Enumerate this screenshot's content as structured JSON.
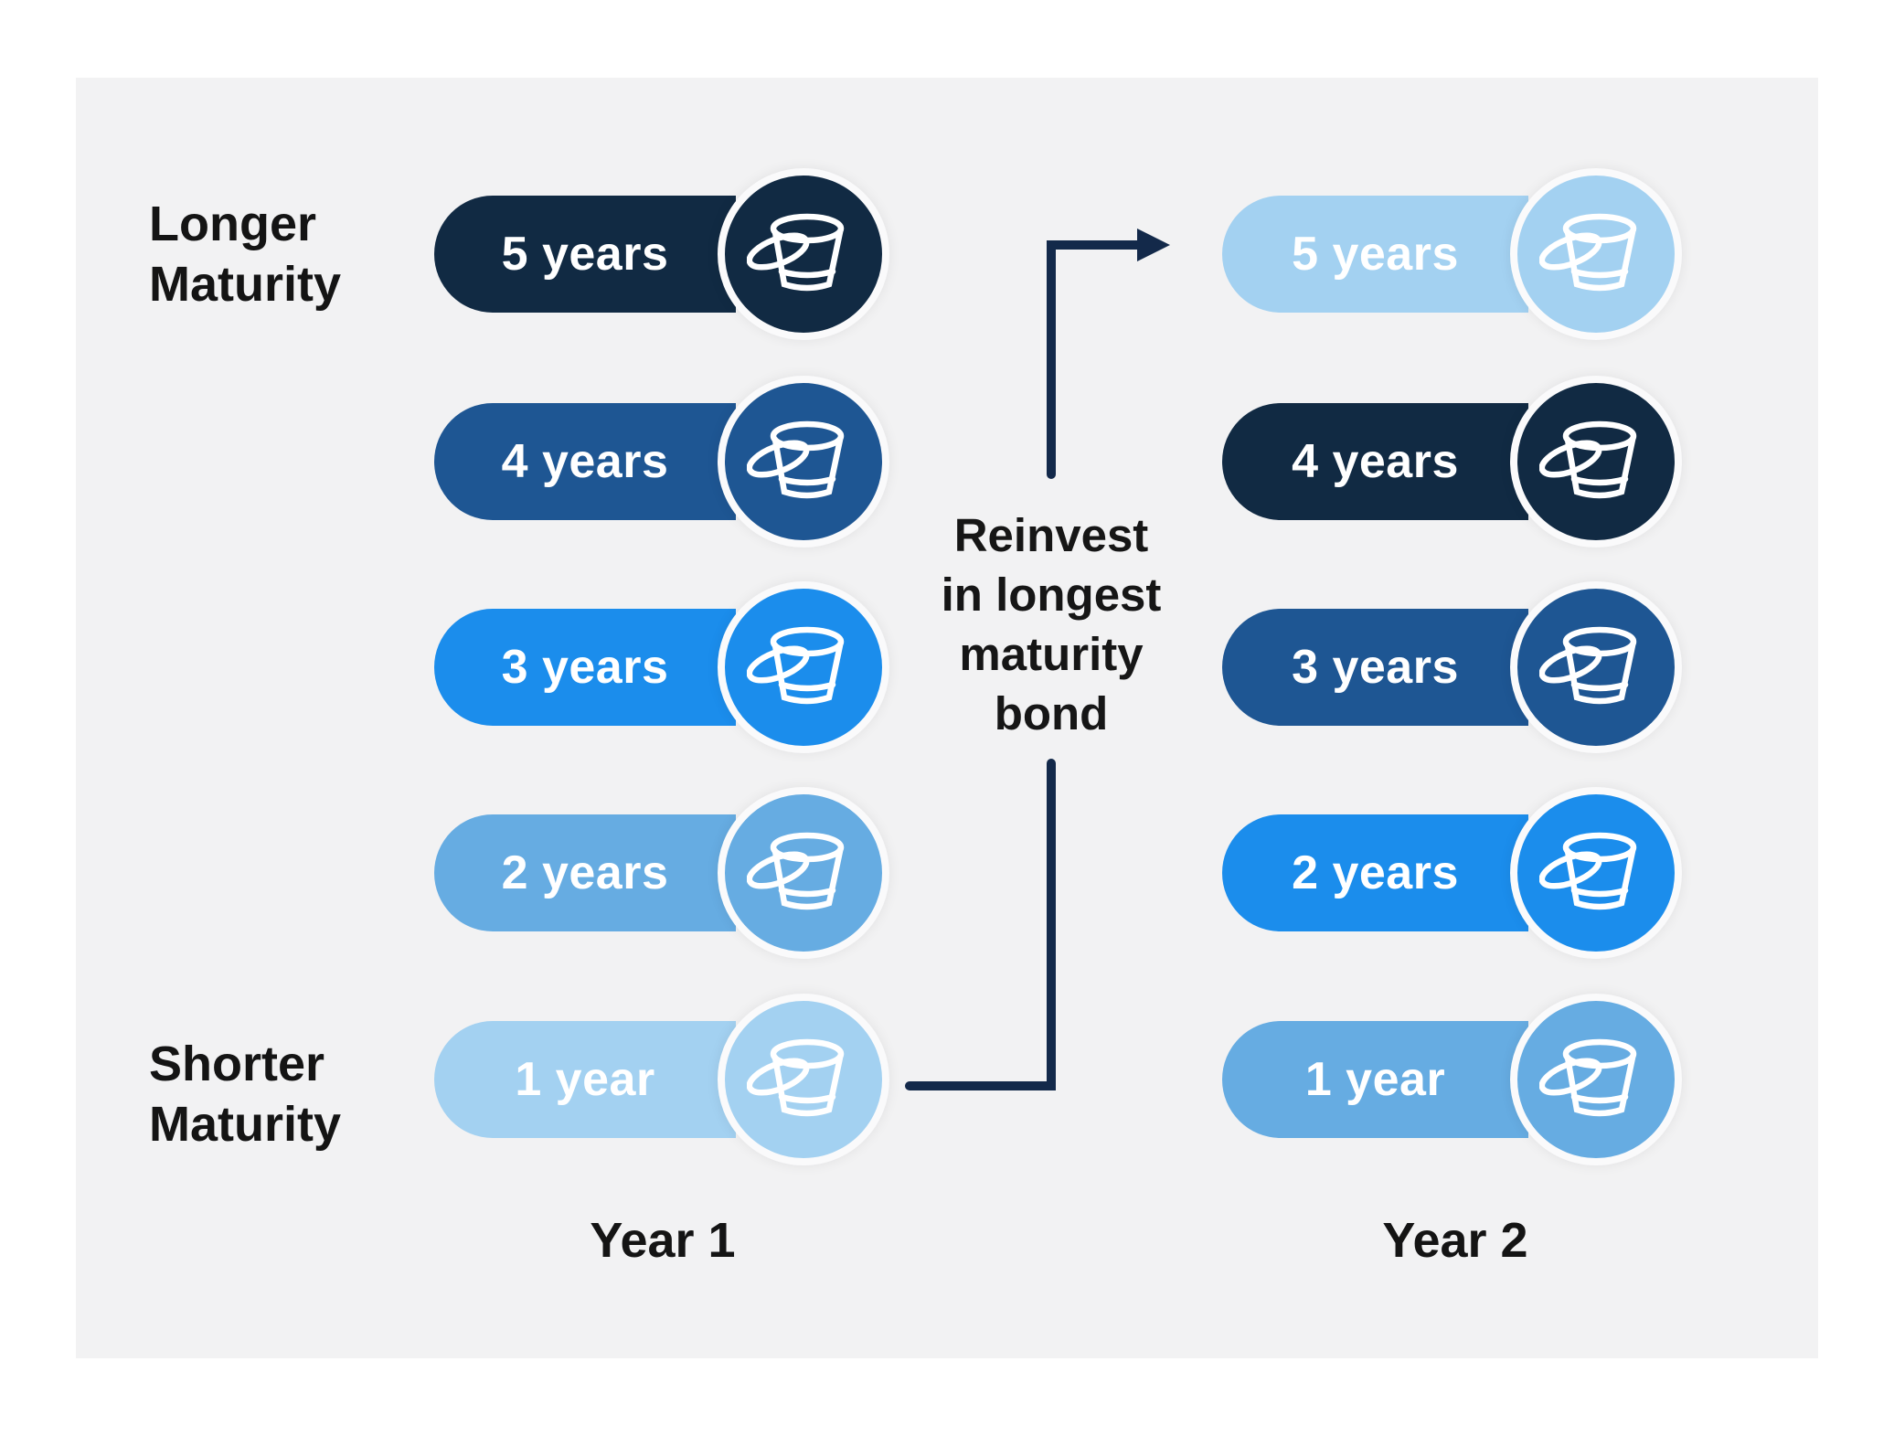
{
  "colors": {
    "page_bg": "#ffffff",
    "panel_bg": "#f2f2f3",
    "navy": "#112a43",
    "blue_dark": "#1e5693",
    "blue_bright": "#1b8dec",
    "blue_medium": "#66ace2",
    "blue_light": "#a3d1f1",
    "arrow": "#13294a",
    "pill_text": "#ffffff",
    "label_text": "#141414",
    "circle_ring": "#fafafb"
  },
  "side_labels": {
    "top": "Longer\nMaturity",
    "bottom": "Shorter\nMaturity"
  },
  "annotation": "Reinvest\nin longest\nmaturity\nbond",
  "columns": [
    {
      "caption": "Year 1",
      "buckets": [
        {
          "label": "5 years",
          "color": "navy"
        },
        {
          "label": "4 years",
          "color": "blue_dark"
        },
        {
          "label": "3 years",
          "color": "blue_bright"
        },
        {
          "label": "2 years",
          "color": "blue_medium"
        },
        {
          "label": "1 year",
          "color": "blue_light"
        }
      ]
    },
    {
      "caption": "Year 2",
      "buckets": [
        {
          "label": "5 years",
          "color": "blue_light"
        },
        {
          "label": "4 years",
          "color": "navy"
        },
        {
          "label": "3 years",
          "color": "blue_dark"
        },
        {
          "label": "2 years",
          "color": "blue_bright"
        },
        {
          "label": "1 year",
          "color": "blue_medium"
        }
      ]
    }
  ]
}
